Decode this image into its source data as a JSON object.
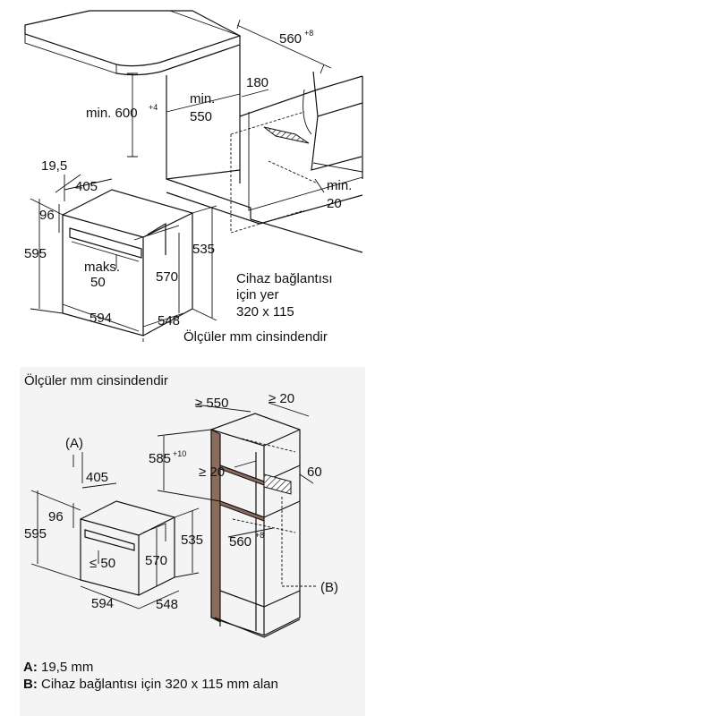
{
  "top_diagram": {
    "dim_560": "560",
    "dim_560_sup": "+8",
    "dim_180": "180",
    "min_550_a": "min.",
    "min_550_b": "550",
    "min_600": "min. 600",
    "min_600_sup": "+4",
    "min_20_a": "min.",
    "min_20_b": "20",
    "dim_19_5": "19,5",
    "dim_405": "405",
    "dim_96": "96",
    "dim_595": "595",
    "dim_535": "535",
    "dim_570": "570",
    "maks_a": "maks.",
    "maks_b": "50",
    "dim_594": "594",
    "dim_548": "548",
    "conn_1": "Cihaz bağlantısı",
    "conn_2": "için yer",
    "conn_3": "320 x 115",
    "units_note": "Ölçüler mm cinsindendir"
  },
  "bottom_diagram": {
    "units_note": "Ölçüler mm cinsindendir",
    "dim_ge550": "≥ 550",
    "dim_ge20_top": "≥ 20",
    "label_a": "(A)",
    "dim_585": "585",
    "dim_585_sup": "+10",
    "dim_ge20_mid": "≥ 20",
    "dim_60": "60",
    "dim_405": "405",
    "dim_96": "96",
    "dim_595": "595",
    "dim_535": "535",
    "dim_560": "560",
    "dim_560_sup": "+8",
    "dim_le50": "≤ 50",
    "dim_570": "570",
    "label_b": "(B)",
    "dim_594": "594",
    "dim_548": "548"
  },
  "legend": {
    "a_key": "A:",
    "a_text": " 19,5 mm",
    "b_key": "B:",
    "b_text": " Cihaz bağlantısı için 320 x 115 mm alan"
  }
}
